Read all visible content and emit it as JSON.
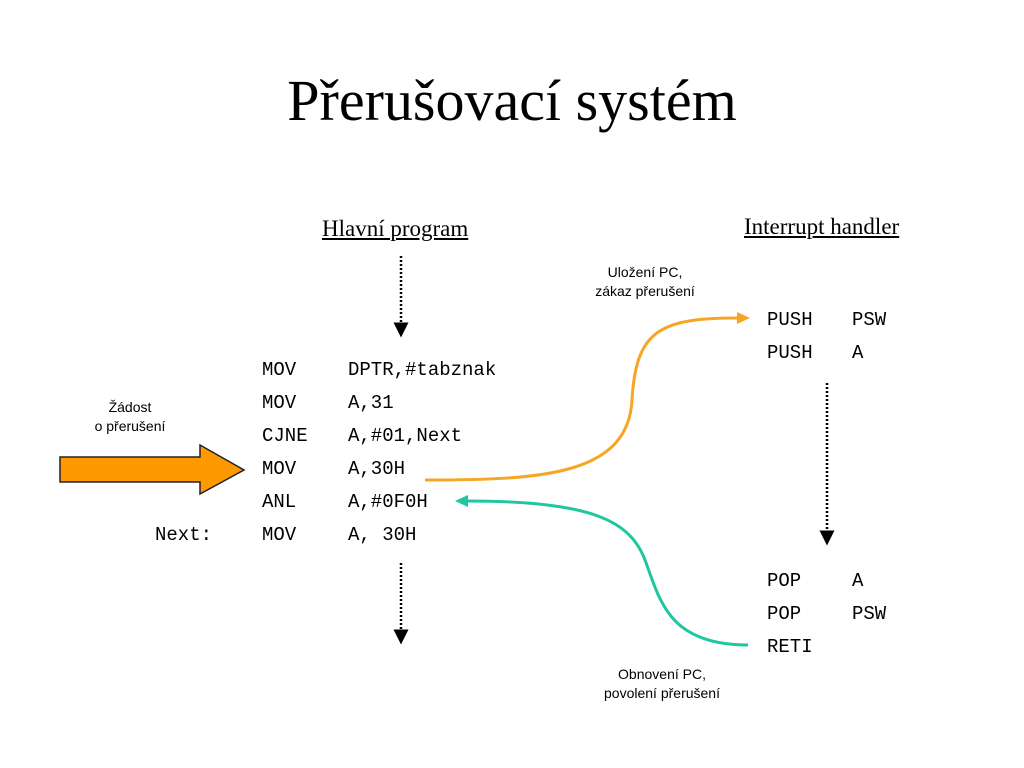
{
  "title": "Přerušovací systém",
  "main_heading": "Hlavní program",
  "handler_heading": "Interrupt handler",
  "request_label": [
    "Žádost",
    "o přerušení"
  ],
  "save_label": [
    "Uložení PC,",
    "zákaz přerušení"
  ],
  "restore_label": [
    "Obnovení PC,",
    "povolení přerušení"
  ],
  "main_code": [
    {
      "label": "",
      "op": "MOV",
      "args": "DPTR,#tabznak"
    },
    {
      "label": "",
      "op": "MOV",
      "args": "A,31"
    },
    {
      "label": "",
      "op": "CJNE",
      "args": "A,#01,Next"
    },
    {
      "label": "",
      "op": "MOV",
      "args": "A,30H"
    },
    {
      "label": "",
      "op": "ANL",
      "args": "A,#0F0H"
    },
    {
      "label": "Next:",
      "op": "MOV",
      "args": "A, 30H"
    }
  ],
  "handler_prologue": [
    {
      "op": "PUSH",
      "args": "PSW"
    },
    {
      "op": "PUSH",
      "args": "A"
    }
  ],
  "handler_epilogue": [
    {
      "op": "POP",
      "args": "A"
    },
    {
      "op": "POP",
      "args": "PSW"
    },
    {
      "op": "RETI",
      "args": ""
    }
  ],
  "colors": {
    "request_arrow": "#ff9900",
    "save_curve": "#f5a623",
    "restore_curve": "#1fc7a0"
  }
}
